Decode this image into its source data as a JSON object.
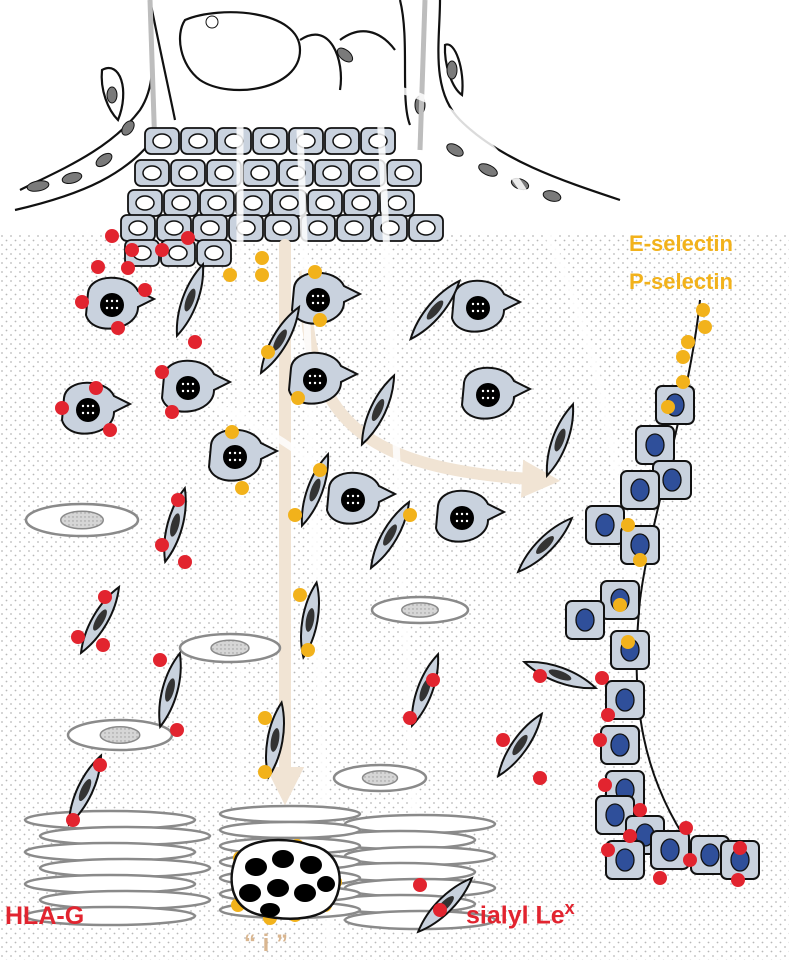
{
  "labels": {
    "e_selectin": "E-selectin",
    "p_selectin": "P-selectin",
    "hla_g": "HLA-G",
    "sialyl_le": "sialyl Le",
    "sialyl_sup": "x",
    "giant_cell": "“ i ”"
  },
  "colors": {
    "hla_g_marker": "#e2242f",
    "selectin_ligand_marker": "#f2b21b",
    "trophoblast_cell": "#c9d2de",
    "endothelial_nucleus": "#2f4f9a",
    "migration_arrow": "#f1e4d4",
    "tissue_dots": "#b8b8b8"
  },
  "icons": [
    "trophoblast-column-cell",
    "extravillous-trophoblast",
    "endovascular-trophoblast",
    "decidual-stromal-cell",
    "multinucleated-giant-cell",
    "hla-g-marker",
    "selectin-ligand-marker",
    "migration-arrow"
  ]
}
